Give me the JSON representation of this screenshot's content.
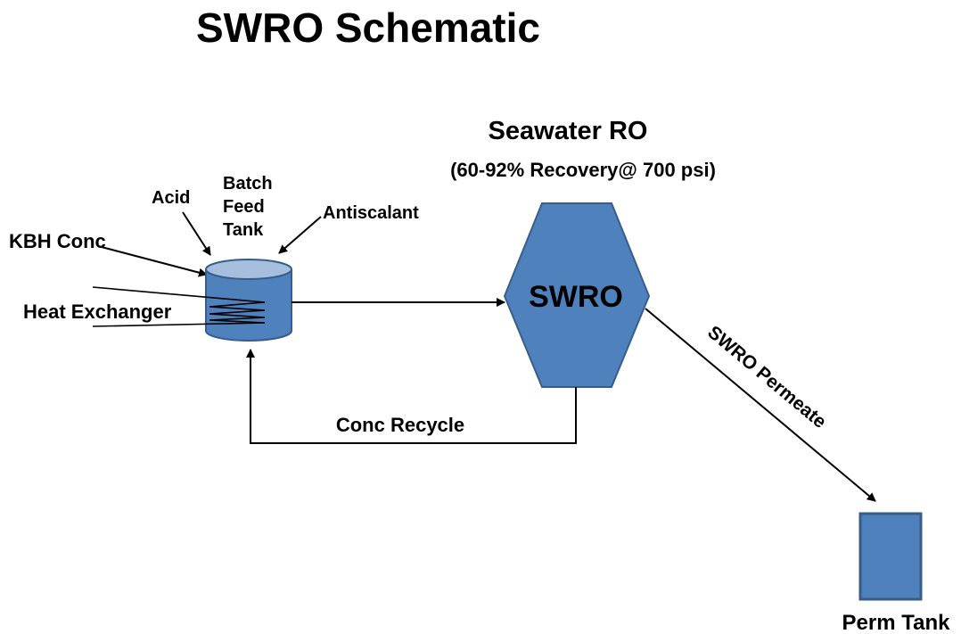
{
  "title": "SWRO Schematic",
  "subtitle": "Seawater RO",
  "recovery_note": "(60-92% Recovery@ 700 psi)",
  "labels": {
    "acid": "Acid",
    "batch_line1": "Batch",
    "batch_line2": "Feed",
    "batch_line3": "Tank",
    "antiscalant": "Antiscalant",
    "kbh_conc": "KBH Conc",
    "heat_exchanger": "Heat Exchanger",
    "swro_unit": "SWRO",
    "conc_recycle": "Conc Recycle",
    "swro_permeate": "SWRO Permeate",
    "perm_tank": "Perm Tank"
  },
  "colors": {
    "vessel_fill": "#4f81bd",
    "vessel_stroke": "#385d8a",
    "tank_top": "#a6bfdd",
    "line": "#000000"
  }
}
